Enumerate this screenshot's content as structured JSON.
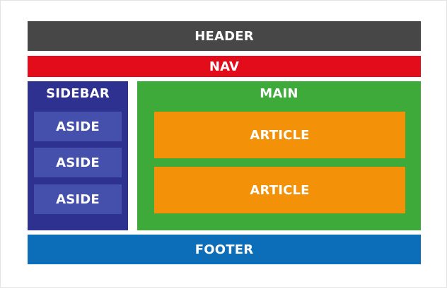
{
  "colors": {
    "header": "#484748",
    "nav": "#e30c1b",
    "sidebar": "#2e318f",
    "aside": "#4450ab",
    "main": "#3eaa39",
    "article": "#f39208",
    "footer": "#0c6db8",
    "text": "#ffffff"
  },
  "layout": {
    "header": "HEADER",
    "nav": "NAV",
    "sidebar": {
      "title": "SIDEBAR",
      "asides": [
        "ASIDE",
        "ASIDE",
        "ASIDE"
      ]
    },
    "main": {
      "title": "MAIN",
      "articles": [
        "ARTICLE",
        "ARTICLE"
      ]
    },
    "footer": "FOOTER"
  }
}
